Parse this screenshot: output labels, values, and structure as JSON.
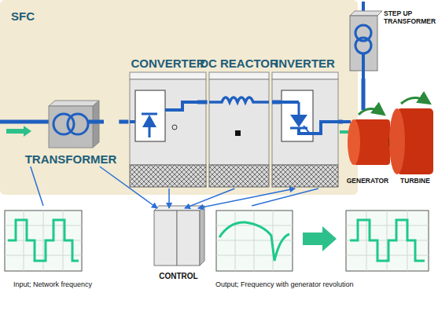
{
  "diagram": {
    "nodes": [
      {
        "text": [
          "SFC"
        ]
      },
      {
        "text": [
          "TRANSFORMER"
        ],
        "in": 0
      },
      {
        "text": [
          "CONVERTER"
        ],
        "in": 0
      },
      {
        "text": [
          "DC REACTOR"
        ],
        "in": 0
      },
      {
        "text": [
          "INVERTER"
        ],
        "in": 0
      },
      {
        "text": [
          "STEP UP TRANSFORMER"
        ]
      },
      {
        "text": [
          "GENERATOR"
        ]
      },
      {
        "text": [
          "TURBINE"
        ]
      },
      {
        "text": [
          "CONTROL"
        ]
      },
      {
        "text": [
          "Input; Network frequency"
        ]
      },
      {
        "text": [
          "Output; Frequency with generator revolution"
        ]
      }
    ],
    "edges": [
      {
        "from": 1,
        "to": 2,
        "arrow": "none"
      },
      {
        "from": 2,
        "to": 3,
        "arrow": "none"
      },
      {
        "from": 3,
        "to": 4,
        "arrow": "none"
      },
      {
        "from": 4,
        "to": 6,
        "arrow": "none"
      },
      {
        "from": 5,
        "to": 6,
        "arrow": "none"
      },
      {
        "from": 1,
        "to": 8,
        "arrow": "to"
      },
      {
        "from": 2,
        "to": 8,
        "arrow": "to"
      },
      {
        "from": 3,
        "to": 8,
        "arrow": "to"
      },
      {
        "from": 4,
        "to": 8,
        "arrow": "both"
      },
      {
        "from": 9,
        "to": 1,
        "arrow": "none"
      },
      {
        "from": 10,
        "to": 4,
        "arrow": "none"
      }
    ]
  }
}
